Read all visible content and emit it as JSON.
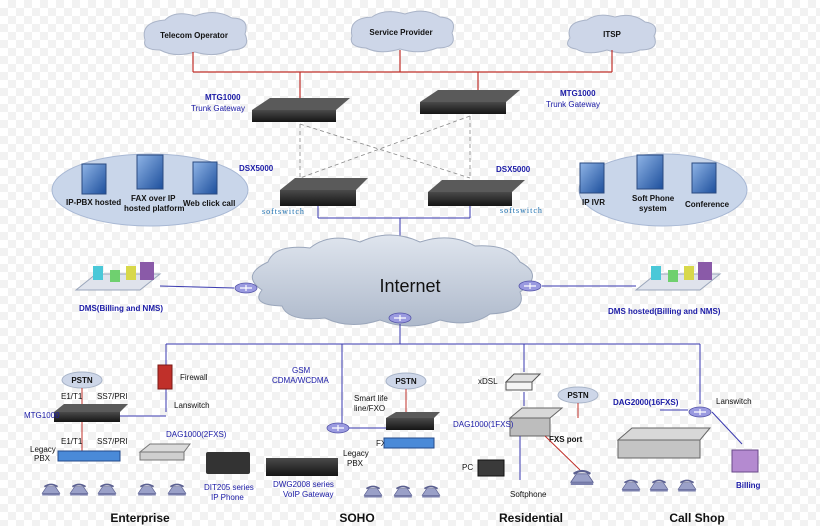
{
  "clouds": {
    "telecom": "Telecom Operator",
    "service": "Service Provider",
    "itsp": "ITSP",
    "internet": "Internet"
  },
  "gateways": {
    "mtg_left_1": "MTG1000",
    "mtg_left_2": "Trunk Gateway",
    "mtg_right_1": "MTG1000",
    "mtg_right_2": "Trunk Gateway",
    "dsx_left": "DSX5000",
    "dsx_right": "DSX5000",
    "softswitch": "softswitch"
  },
  "left_services": [
    "IP-PBX hosted",
    "FAX over IP",
    "hosted platform",
    "Web click call"
  ],
  "right_services": [
    "IP IVR",
    "Soft Phone",
    "system",
    "Conference"
  ],
  "dms": {
    "left": "DMS(Billing and NMS)",
    "right": "DMS hosted(Billing and NMS)"
  },
  "enterprise": {
    "pstn": "PSTN",
    "e1t1_top": "E1/T1",
    "ss7_top": "SS7/PRI",
    "mtg": "MTG1000",
    "e1t1_bot": "E1/T1",
    "ss7_bot": "SS7/PRI",
    "legacy1": "Legacy",
    "legacy2": "PBX",
    "firewall": "Firewall",
    "lanswitch": "Lanswitch",
    "dag": "DAG1000(2FXS)",
    "dit1": "DIT205 series",
    "dit2": "IP Phone"
  },
  "soho": {
    "gsm1": "GSM",
    "gsm2": "CDMA/WCDMA",
    "pstn": "PSTN",
    "smart1": "Smart life",
    "smart2": "line/FXO",
    "fxs": "FXS",
    "legacy1": "Legacy",
    "legacy2": "PBX",
    "dwg1": "DWG2008 series",
    "dwg2": "VoIP Gateway"
  },
  "residential": {
    "xdsl": "xDSL",
    "pstn": "PSTN",
    "dag": "DAG1000(1FXS)",
    "fxsport": "FXS port",
    "pc": "PC",
    "softphone": "Softphone"
  },
  "callshop": {
    "dag": "DAG2000(16FXS)",
    "lanswitch": "Lanswitch",
    "billing": "Billing"
  },
  "sections": [
    "Enterprise",
    "SOHO",
    "Residential",
    "Call Shop"
  ],
  "colors": {
    "red_line": "#c0302a",
    "blue_line": "#3a3ab0",
    "cloud_fill": "#c6cfdd",
    "service_oval": "#c9d6ea",
    "router": "#8f8fd6"
  }
}
